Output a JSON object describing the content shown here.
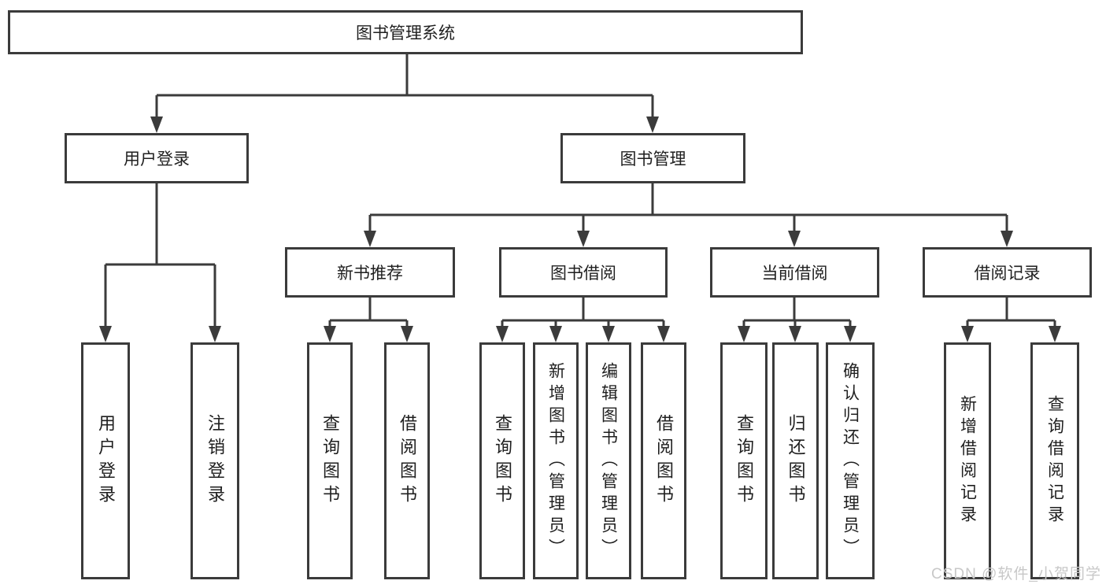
{
  "nodes": {
    "root": {
      "label": "图书管理系统"
    },
    "level2": [
      {
        "id": "user-login",
        "label": "用户登录"
      },
      {
        "id": "book-management",
        "label": "图书管理"
      }
    ],
    "level3": [
      {
        "id": "new-book-recommend",
        "label": "新书推荐"
      },
      {
        "id": "book-borrow",
        "label": "图书借阅"
      },
      {
        "id": "current-borrow",
        "label": "当前借阅"
      },
      {
        "id": "borrow-record",
        "label": "借阅记录"
      }
    ],
    "leaves": [
      {
        "id": "user-login-action",
        "label": "用户登录"
      },
      {
        "id": "logout-action",
        "label": "注销登录"
      },
      {
        "id": "newbook-query-books",
        "label": "查询图书"
      },
      {
        "id": "newbook-borrow-books",
        "label": "借阅图书"
      },
      {
        "id": "borrow-query-books",
        "label": "查询图书"
      },
      {
        "id": "borrow-add-books-admin",
        "label": "新增图书（管理员）"
      },
      {
        "id": "borrow-edit-books-admin",
        "label": "编辑图书（管理员）"
      },
      {
        "id": "borrow-borrow-books",
        "label": "借阅图书"
      },
      {
        "id": "current-query-books",
        "label": "查询图书"
      },
      {
        "id": "current-return-books",
        "label": "归还图书"
      },
      {
        "id": "current-confirm-return-admin",
        "label": "确认归还（管理员）"
      },
      {
        "id": "record-add-borrow-record",
        "label": "新增借阅记录"
      },
      {
        "id": "record-query-borrow-record",
        "label": "查询借阅记录"
      }
    ]
  },
  "watermark": {
    "text": "CSDN @软件_小贺同学"
  },
  "colors": {
    "line": "#3b3b3b",
    "text": "#1f1f1f",
    "box_bg": "#ffffff",
    "background": "#ffffff",
    "watermark": "#c8c8c8"
  }
}
